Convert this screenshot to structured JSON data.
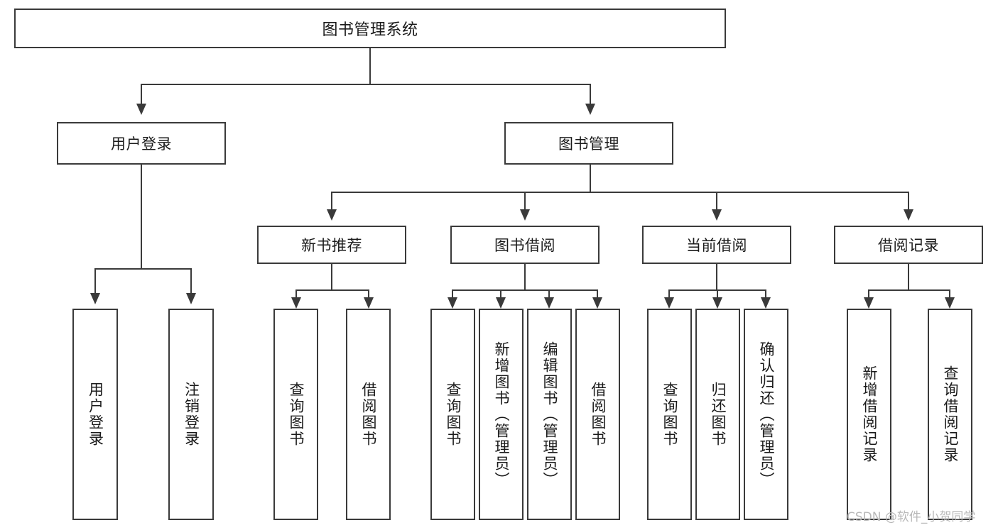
{
  "diagram": {
    "type": "tree",
    "title": "图书管理系统",
    "watermark": "CSDN @软件_小贺同学",
    "colors": {
      "stroke": "#3a3a3a",
      "fill": "#ffffff",
      "text": "#1a1a1a",
      "watermark": "#b8b8b8"
    },
    "nodes": {
      "root": {
        "label": "图书管理系统",
        "orientation": "horizontal"
      },
      "level1": [
        {
          "label": "用户登录",
          "orientation": "horizontal"
        },
        {
          "label": "图书管理",
          "orientation": "horizontal"
        }
      ],
      "level2": [
        {
          "label": "新书推荐",
          "orientation": "horizontal"
        },
        {
          "label": "图书借阅",
          "orientation": "horizontal"
        },
        {
          "label": "当前借阅",
          "orientation": "horizontal"
        },
        {
          "label": "借阅记录",
          "orientation": "horizontal"
        }
      ],
      "leaves_user_login": [
        {
          "label": "用户登录",
          "orientation": "vertical"
        },
        {
          "label": "注销登录",
          "orientation": "vertical"
        }
      ],
      "leaves_new_book": [
        {
          "label": "查询图书",
          "orientation": "vertical"
        },
        {
          "label": "借阅图书",
          "orientation": "vertical"
        }
      ],
      "leaves_borrow": [
        {
          "label": "查询图书",
          "orientation": "vertical"
        },
        {
          "label": "新增图书（管理员）",
          "orientation": "vertical"
        },
        {
          "label": "编辑图书（管理员）",
          "orientation": "vertical"
        },
        {
          "label": "借阅图书",
          "orientation": "vertical"
        }
      ],
      "leaves_current": [
        {
          "label": "查询图书",
          "orientation": "vertical"
        },
        {
          "label": "归还图书",
          "orientation": "vertical"
        },
        {
          "label": "确认归还（管理员）",
          "orientation": "vertical"
        }
      ],
      "leaves_records": [
        {
          "label": "新增借阅记录",
          "orientation": "vertical"
        },
        {
          "label": "查询借阅记录",
          "orientation": "vertical"
        }
      ]
    }
  }
}
